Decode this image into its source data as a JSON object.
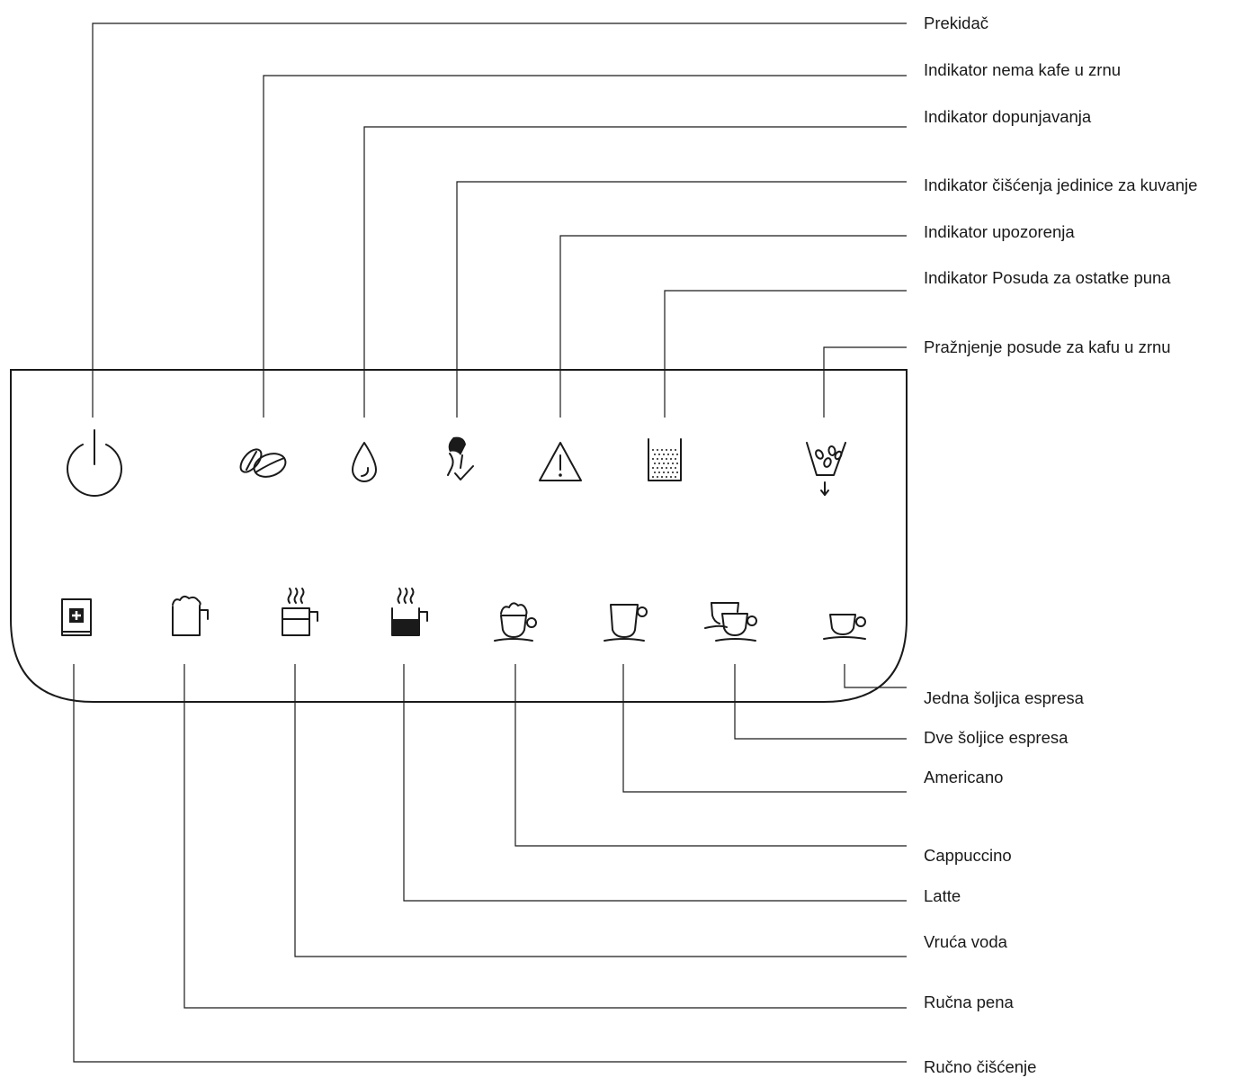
{
  "panel": {
    "top_indicators": [
      {
        "label": "Prekidač",
        "icon": "power-icon"
      },
      {
        "label": "Indikator nema kafe u zrnu",
        "icon": "coffee-beans-icon"
      },
      {
        "label": "Indikator dopunjavanja",
        "icon": "water-drop-icon"
      },
      {
        "label": "Indikator čišćenja jedinice za kuvanje",
        "icon": "brew-unit-clean-icon"
      },
      {
        "label": "Indikator upozorenja",
        "icon": "warning-icon"
      },
      {
        "label": "Indikator Posuda za ostatke puna",
        "icon": "grounds-container-icon"
      },
      {
        "label": "Pražnjenje posude za kafu u zrnu",
        "icon": "empty-bean-hopper-icon"
      }
    ],
    "bottom_buttons": [
      {
        "label": "Jedna šoljica espresa",
        "icon": "single-espresso-icon"
      },
      {
        "label": "Dve šoljice espresa",
        "icon": "double-espresso-icon"
      },
      {
        "label": "Americano",
        "icon": "americano-icon"
      },
      {
        "label": "Cappuccino",
        "icon": "cappuccino-icon"
      },
      {
        "label": "Latte",
        "icon": "latte-icon"
      },
      {
        "label": "Vruća voda",
        "icon": "hot-water-icon"
      },
      {
        "label": "Ručna pena",
        "icon": "manual-froth-icon"
      },
      {
        "label": "Ručno čišćenje",
        "icon": "manual-cleaning-icon"
      }
    ]
  },
  "colors": {
    "line": "#1a1a1a",
    "background": "#ffffff"
  }
}
